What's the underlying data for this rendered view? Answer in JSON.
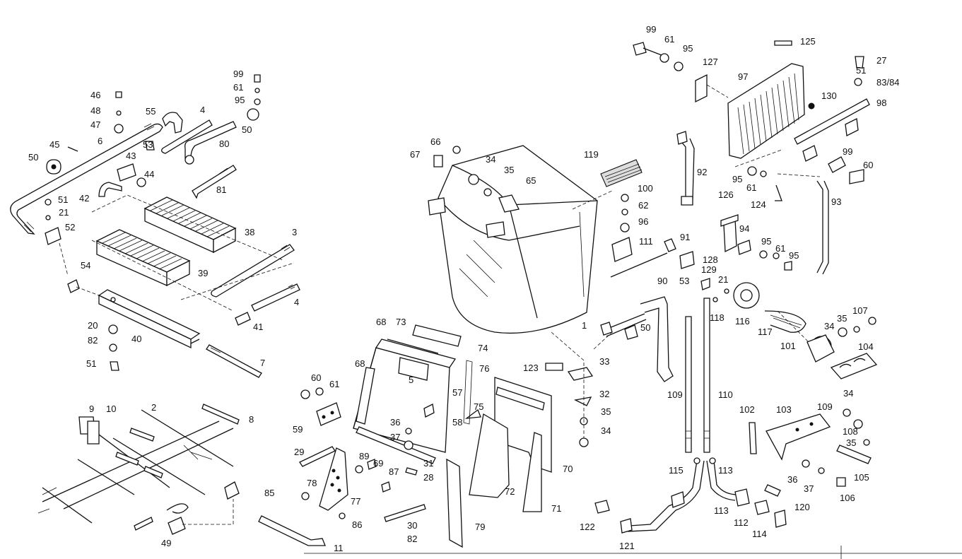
{
  "diagram": {
    "callouts": [
      "1",
      "2",
      "3",
      "4",
      "4",
      "5",
      "6",
      "7",
      "8",
      "9",
      "10",
      "11",
      "20",
      "21",
      "21",
      "27",
      "28",
      "29",
      "30",
      "31",
      "32",
      "33",
      "34",
      "34",
      "34",
      "34",
      "35",
      "35",
      "35",
      "35",
      "36",
      "36",
      "37",
      "37",
      "38",
      "39",
      "40",
      "41",
      "42",
      "43",
      "44",
      "45",
      "46",
      "47",
      "48",
      "49",
      "50",
      "50",
      "50",
      "51",
      "51",
      "51",
      "52",
      "53",
      "53",
      "54",
      "55",
      "57",
      "58",
      "59",
      "60",
      "60",
      "61",
      "61",
      "61",
      "61",
      "61",
      "62",
      "65",
      "66",
      "67",
      "68",
      "68",
      "69",
      "70",
      "71",
      "72",
      "73",
      "74",
      "75",
      "76",
      "77",
      "78",
      "79",
      "80",
      "81",
      "82",
      "82",
      "83/84",
      "85",
      "86",
      "87",
      "89",
      "90",
      "91",
      "92",
      "93",
      "94",
      "95",
      "95",
      "95",
      "95",
      "95",
      "96",
      "97",
      "98",
      "99",
      "99",
      "99",
      "100",
      "101",
      "102",
      "103",
      "104",
      "105",
      "106",
      "107",
      "108",
      "109",
      "109",
      "110",
      "111",
      "112",
      "113",
      "113",
      "114",
      "115",
      "116",
      "117",
      "118",
      "119",
      "120",
      "121",
      "122",
      "123",
      "124",
      "125",
      "126",
      "127",
      "128",
      "129",
      "130"
    ]
  }
}
